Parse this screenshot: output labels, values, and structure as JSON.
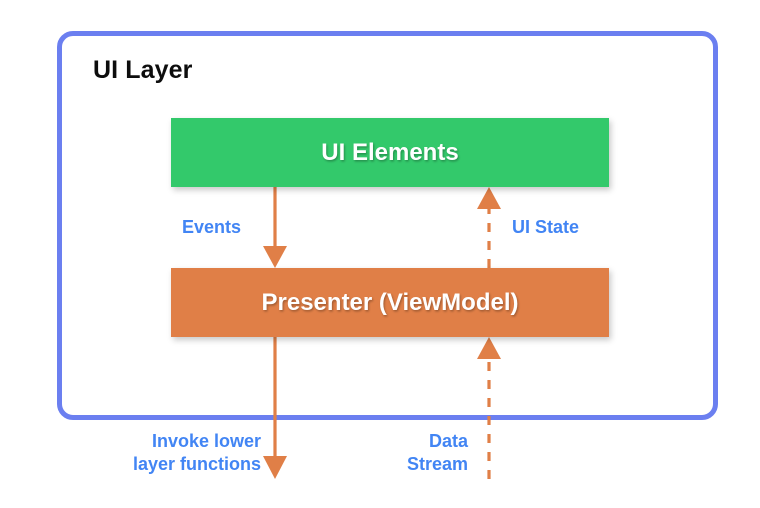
{
  "diagram": {
    "title": "UI Layer",
    "type": "architecture-flow",
    "colors": {
      "container_border": "#6b7ff0",
      "ui_elements_fill": "#33c96b",
      "presenter_fill": "#e07f47",
      "arrow": "#e07f47",
      "label_text": "#4285f4",
      "title_text": "#0d0d0d",
      "node_text": "#ffffff",
      "background": "#ffffff"
    },
    "nodes": [
      {
        "id": "ui-elements",
        "label": "UI Elements",
        "fill": "#33c96b"
      },
      {
        "id": "presenter",
        "label": "Presenter (ViewModel)",
        "fill": "#e07f47"
      }
    ],
    "edges": [
      {
        "id": "events",
        "label": "Events",
        "from": "ui-elements",
        "to": "presenter",
        "style": "solid",
        "direction": "down"
      },
      {
        "id": "ui-state",
        "label": "UI State",
        "from": "presenter",
        "to": "ui-elements",
        "style": "dashed",
        "direction": "up"
      },
      {
        "id": "invoke-lower-layer-functions",
        "label": "Invoke lower\nlayer functions",
        "from": "presenter",
        "to": "lower-layer",
        "style": "solid",
        "direction": "down"
      },
      {
        "id": "data-stream",
        "label": "Data\nStream",
        "from": "lower-layer",
        "to": "presenter",
        "style": "dashed",
        "direction": "up"
      }
    ]
  }
}
